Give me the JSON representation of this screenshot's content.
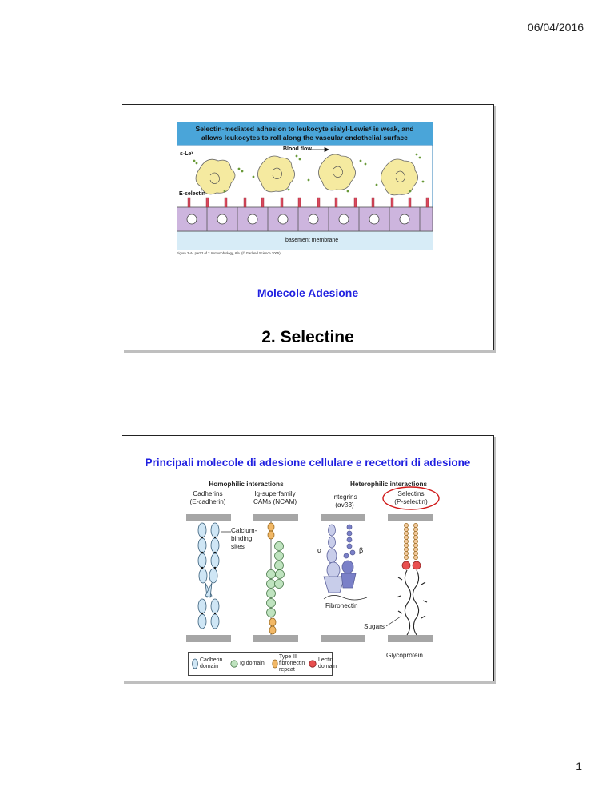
{
  "page": {
    "date": "06/04/2016",
    "page_number": "1"
  },
  "slide1": {
    "figure": {
      "banner_line1": "Selectin-mediated adhesion to leukocyte sialyl-Lewisˣ is weak, and",
      "banner_line2": "allows leukocytes to roll along the vascular endothelial surface",
      "label_slex": "s-Leˣ",
      "label_blood_flow": "Blood flow",
      "label_eselectin": "E-selectin",
      "label_basement": "basement membrane"
    },
    "credit": "Figure 2-44 part 2 of 2  Immunobiology, 6/e. (© Garland Science 2005)",
    "title": "Molecole Adesione",
    "subtitle": "2. Selectine"
  },
  "slide2": {
    "title": "Principali molecole di adesione cellulare e recettori di adesione",
    "homophilic": "Homophilic interactions",
    "heterophilic": "Heterophilic interactions",
    "cadherins": "Cadherins",
    "cadherins_sub": "(E-cadherin)",
    "igsf": "Ig-superfamily",
    "igsf_sub": "CAMs (NCAM)",
    "integrins": "Integrins",
    "integrins_sub": "(αvβ3)",
    "selectins": "Selectins",
    "selectins_sub": "(P-selectin)",
    "calcium1": "Calcium-",
    "calcium2": "binding",
    "calcium3": "sites",
    "alpha": "α",
    "beta": "β",
    "fibronectin": "Fibronectin",
    "sugars": "Sugars",
    "glycoprotein": "Glycoprotein",
    "legend": {
      "cadherin1": "Cadherin",
      "cadherin2": "domain",
      "ig": "Ig domain",
      "type3_1": "Type III",
      "type3_2": "fibronectin",
      "type3_3": "repeat",
      "lectin1": "Lectin",
      "lectin2": "domain"
    }
  },
  "colors": {
    "title_blue": "#1f1fe0",
    "banner_blue": "#4aa5d9",
    "cadherin_fill": "#cfe6f5",
    "ig_fill": "#bfe3bf",
    "fn3_fill": "#f2b866",
    "lectin_fill": "#e85050",
    "integrin_alpha": "#c8cdea",
    "integrin_beta": "#7a80c8",
    "circle_red": "#d01818"
  }
}
